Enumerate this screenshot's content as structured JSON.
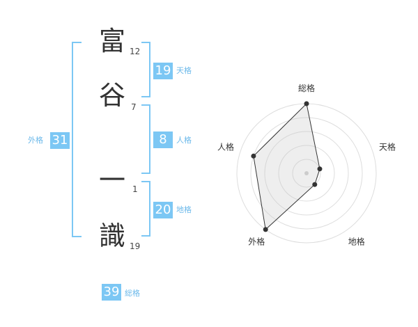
{
  "name": {
    "chars": [
      {
        "char": "富",
        "strokes": "12"
      },
      {
        "char": "谷",
        "strokes": "7"
      },
      {
        "char": "一",
        "strokes": "1"
      },
      {
        "char": "識",
        "strokes": "19"
      }
    ]
  },
  "kakusu": {
    "tenkaku": {
      "value": "19",
      "label": "天格"
    },
    "jinkaku": {
      "value": "8",
      "label": "人格"
    },
    "chikaku": {
      "value": "20",
      "label": "地格"
    },
    "gaikaku": {
      "value": "31",
      "label": "外格"
    },
    "soukaku": {
      "value": "39",
      "label": "総格"
    }
  },
  "colors": {
    "accent": "#7cc7f4",
    "label": "#6cb9ea",
    "text": "#333333"
  },
  "chart_data": {
    "type": "radar",
    "axes": [
      "総格",
      "天格",
      "地格",
      "外格",
      "人格"
    ],
    "values": [
      5,
      1,
      1,
      5,
      4
    ],
    "max": 5,
    "rings": 5
  }
}
